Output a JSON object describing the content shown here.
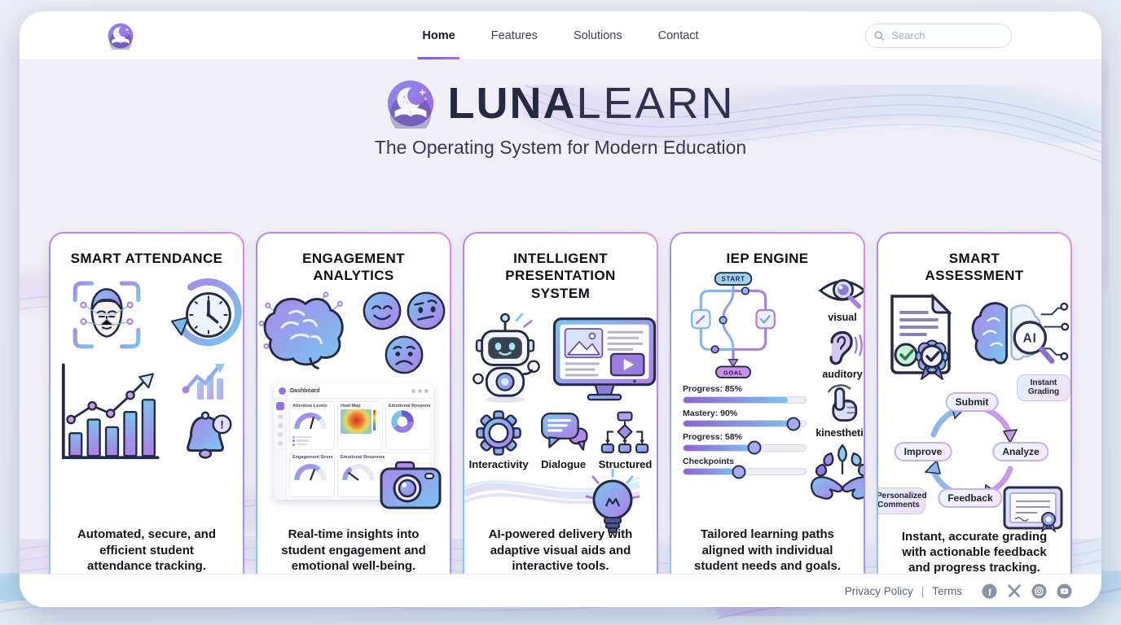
{
  "nav": {
    "links": [
      {
        "label": "Home",
        "active": true
      },
      {
        "label": "Features",
        "active": false
      },
      {
        "label": "Solutions",
        "active": false
      },
      {
        "label": "Contact",
        "active": false
      }
    ],
    "search_placeholder": "Search"
  },
  "hero": {
    "brand_bold": "LUNA",
    "brand_light": "LEARN",
    "tagline": "The Operating System for Modern Education"
  },
  "cards": [
    {
      "title": "SMART ATTENDANCE",
      "caption": "Automated, secure, and efficient student attendance tracking."
    },
    {
      "title": "ENGAGEMENT ANALYTICS",
      "caption": "Real-time insights into student engagement and emotional well-being.",
      "dashboard": {
        "title": "Dashboard",
        "panels": [
          "Attention Levels",
          "Heat Map",
          "Emotional Response",
          "Engagement Score",
          "Emotional Response"
        ]
      }
    },
    {
      "title": "INTELLIGENT PRESENTATION SYSTEM",
      "caption": "AI-powered delivery with adaptive visual aids and interactive tools.",
      "labels": [
        "Interactivity",
        "Dialogue",
        "Structured"
      ]
    },
    {
      "title": "IEP ENGINE",
      "caption": "Tailored learning paths aligned with individual student needs and goals.",
      "flow": {
        "start": "START",
        "goal": "GOAL"
      },
      "modalities": [
        "visual",
        "auditory",
        "kinesthetic"
      ],
      "progress": [
        {
          "label": "Progress: 85%",
          "value": 85
        },
        {
          "label": "Mastery: 90%",
          "value": 90
        },
        {
          "label": "Progress: 58%",
          "value": 58
        },
        {
          "label": "Checkpoints",
          "value": 45
        }
      ]
    },
    {
      "title": "SMART ASSESSMENT",
      "caption": "Instant, accurate grading with actionable feedback and progress tracking.",
      "cycle": [
        "Submit",
        "Analyze",
        "Feedback",
        "Improve"
      ],
      "bubbles": [
        "Instant Grading",
        "Personalized Comments"
      ],
      "ai_label": "AI"
    }
  ],
  "footer": {
    "links": [
      "Privacy Policy",
      "Terms"
    ],
    "separator": "|",
    "social": [
      "facebook",
      "x",
      "instagram",
      "youtube"
    ]
  },
  "colors": {
    "accent_blue": "#7cc3ea",
    "accent_purple": "#9a7ce0",
    "card_border": [
      "#7fd4f0",
      "#e08ce2"
    ],
    "nav_underline": [
      "#7b5be8",
      "#b06ae0"
    ]
  }
}
